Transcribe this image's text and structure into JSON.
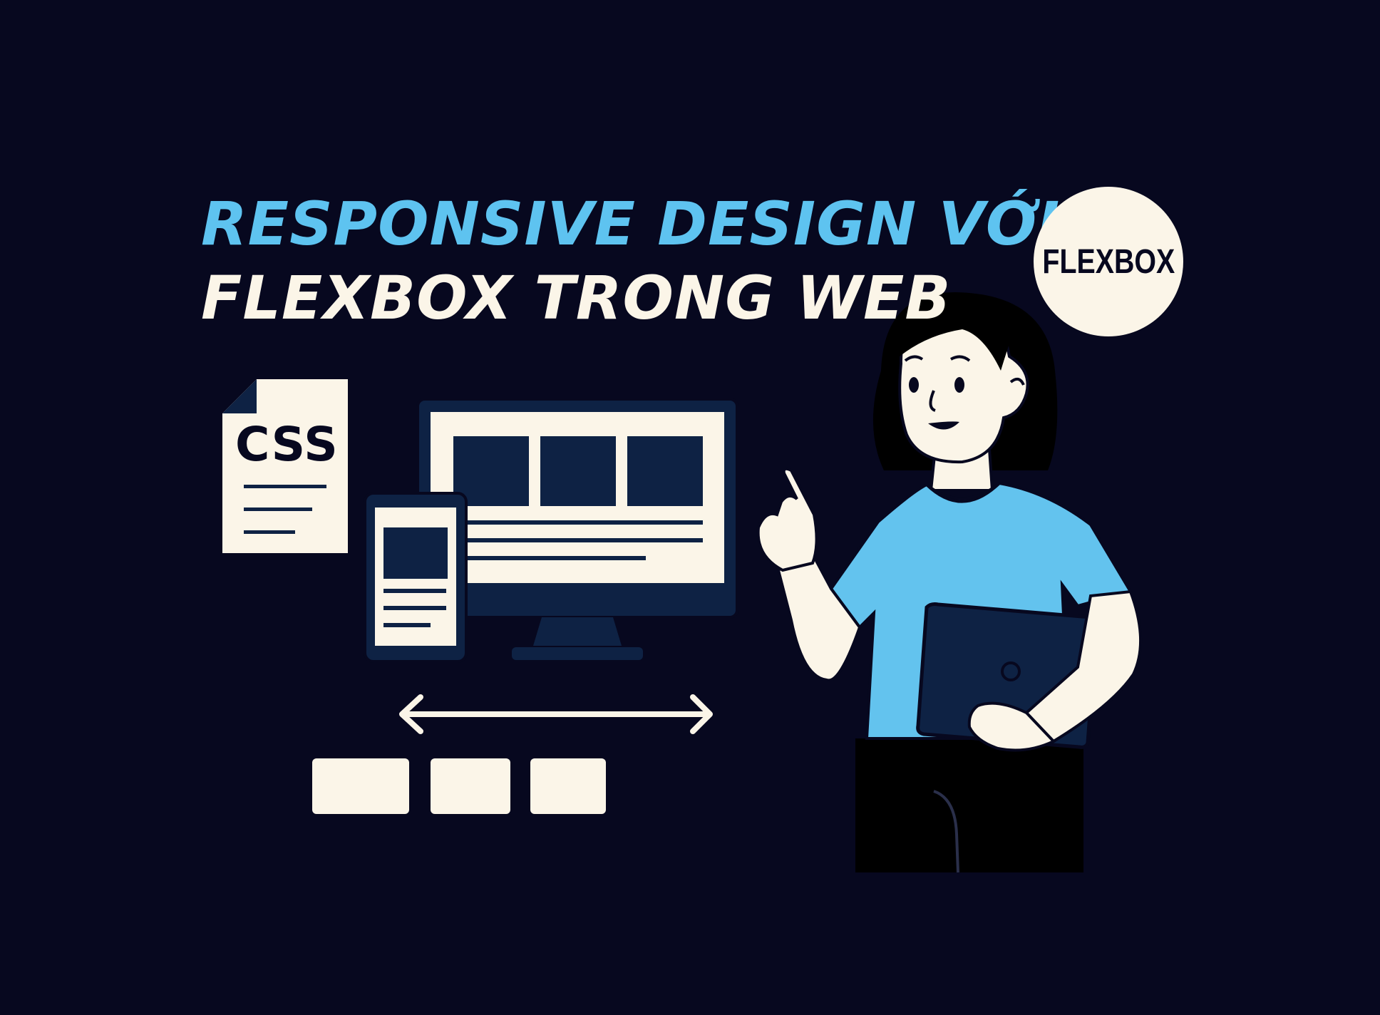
{
  "title": {
    "line1": "RESPONSIVE DESIGN VỚI",
    "line2": "FLEXBOX TRONG WEB"
  },
  "badge": {
    "label": "FLEXBOX"
  },
  "css_document": {
    "label": "CSS",
    "icon": "css-file-icon"
  },
  "colors": {
    "background": "#07081f",
    "accent_blue": "#5ec3f0",
    "cream": "#fbf5e8",
    "navy": "#0e2244"
  }
}
